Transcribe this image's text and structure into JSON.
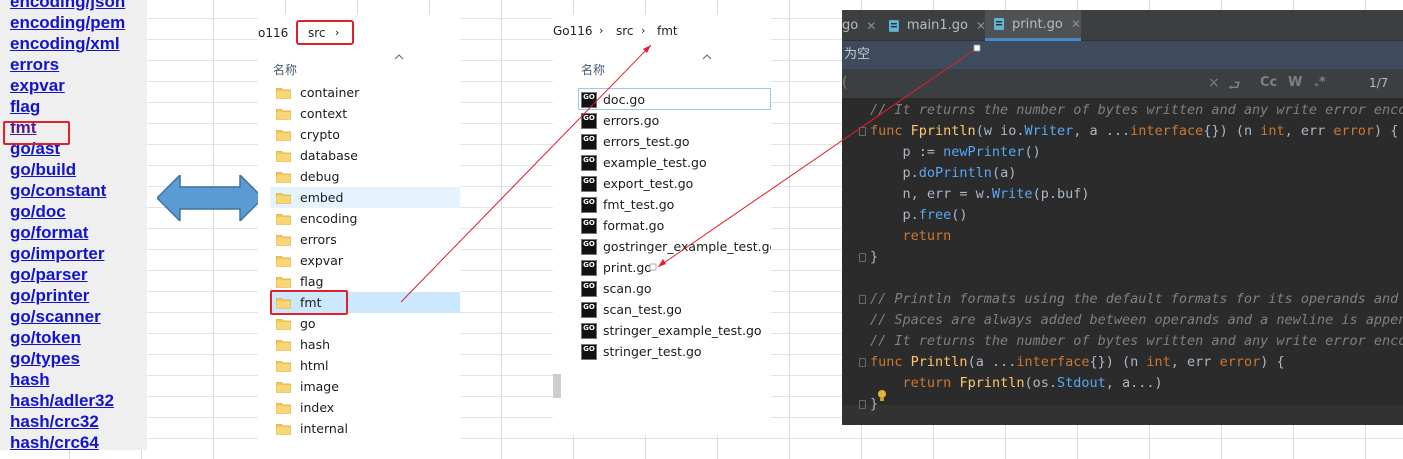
{
  "pkg_panel": {
    "items": [
      "encoding/json",
      "encoding/pem",
      "encoding/xml",
      "errors",
      "expvar",
      "flag",
      "fmt",
      "go/ast",
      "go/build",
      "go/constant",
      "go/doc",
      "go/format",
      "go/importer",
      "go/parser",
      "go/printer",
      "go/scanner",
      "go/token",
      "go/types",
      "hash",
      "hash/adler32",
      "hash/crc32",
      "hash/crc64"
    ],
    "highlighted": "fmt"
  },
  "src_explorer": {
    "breadcrumb_prev": "o116",
    "breadcrumb_current": "src",
    "column_name": "名称",
    "folders": [
      "container",
      "context",
      "crypto",
      "database",
      "debug",
      "embed",
      "encoding",
      "errors",
      "expvar",
      "flag",
      "fmt",
      "go",
      "hash",
      "html",
      "image",
      "index",
      "internal"
    ],
    "hovered": "embed",
    "selected": "fmt"
  },
  "fmt_explorer": {
    "breadcrumb": [
      "Go116",
      "src",
      "fmt"
    ],
    "column_name": "名称",
    "icon_label_top": "GO",
    "files": [
      "doc.go",
      "errors.go",
      "errors_test.go",
      "example_test.go",
      "export_test.go",
      "fmt_test.go",
      "format.go",
      "gostringer_example_test.go",
      "print.go",
      "scan.go",
      "scan_test.go",
      "stringer_example_test.go",
      "stringer_test.go"
    ]
  },
  "ide": {
    "tabs": [
      {
        "label": "go",
        "active": false
      },
      {
        "label": "main1.go",
        "active": false
      },
      {
        "label": "print.go",
        "active": true
      }
    ],
    "notice": "为空",
    "search_result": "1/7",
    "search_glyphs": [
      "×",
      "⮐",
      "Cc",
      "W",
      ".*"
    ],
    "search_left_glyph": "(",
    "code": [
      "// It returns the number of bytes written and any write error encou",
      "func Fprintln(w io.Writer, a ...interface{}) (n int, err error) {",
      "    p := newPrinter()",
      "    p.doPrintln(a)",
      "    n, err = w.Write(p.buf)",
      "    p.free()",
      "    return",
      "}",
      "",
      "// Println formats using the default formats for its operands and w",
      "// Spaces are always added between operands and a newline is append",
      "// It returns the number of bytes written and any write error encou",
      "func Println(a ...interface{}) (n int, err error) {",
      "    return Fprintln(os.Stdout, a...)",
      "}"
    ]
  },
  "colors": {
    "annotation_red": "#e0202a",
    "link_blue": "#1414cc",
    "visited_purple": "#551a8b",
    "arrow_blue": "#5b9bd5",
    "ide_bg": "#2b2b2b"
  }
}
